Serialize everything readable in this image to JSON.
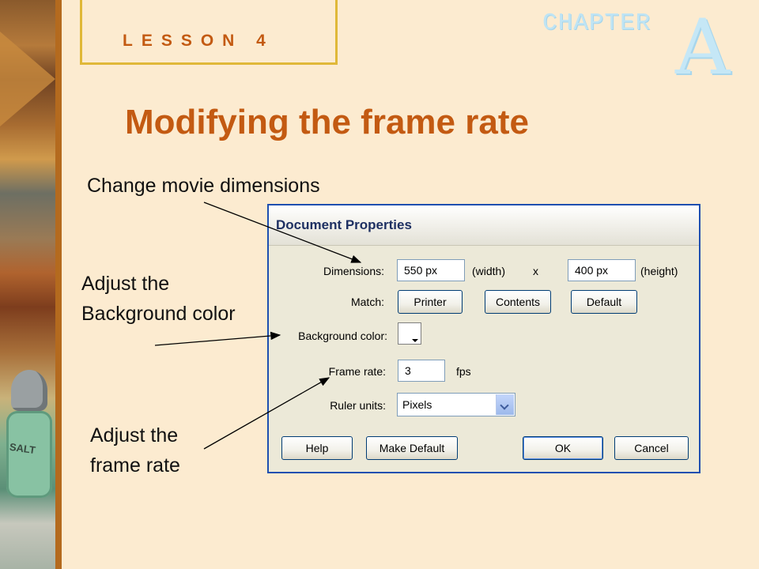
{
  "slide": {
    "lesson": "LESSON 4",
    "chapter_word": "CHAPTER",
    "chapter_letter": "A",
    "title": "Modifying the frame rate"
  },
  "callouts": {
    "dimensions": "Change movie dimensions",
    "background": "Adjust the Background color",
    "frame_rate": "Adjust the frame rate"
  },
  "dialog": {
    "title": "Document Properties",
    "dimensions_label": "Dimensions:",
    "width_value": "550 px",
    "width_unit": "(width)",
    "times": "x",
    "height_value": "400 px",
    "height_unit": "(height)",
    "match_label": "Match:",
    "match_buttons": [
      "Printer",
      "Contents",
      "Default"
    ],
    "bg_label": "Background color:",
    "frame_rate_label": "Frame rate:",
    "frame_rate_value": "3",
    "frame_rate_unit": "fps",
    "ruler_label": "Ruler units:",
    "ruler_value": "Pixels",
    "buttons": {
      "help": "Help",
      "make_default": "Make Default",
      "ok": "OK",
      "cancel": "Cancel"
    }
  },
  "colors": {
    "accent": "#c35a12",
    "lesson_border": "#e0b838",
    "background": "#fcebd0"
  }
}
